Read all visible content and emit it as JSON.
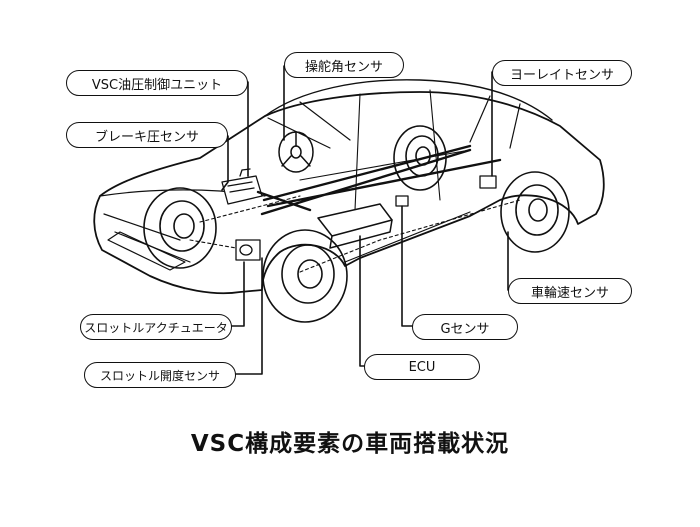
{
  "labels": {
    "vsc_unit": "VSC油圧制御ユニット",
    "steering_sensor": "操舵角センサ",
    "yaw_sensor": "ヨーレイトセンサ",
    "brake_sensor": "ブレーキ圧センサ",
    "wheel_speed_sensor": "車輪速センサ",
    "throttle_actuator": "スロットルアクチュエータ",
    "g_sensor": "Gセンサ",
    "throttle_position_sensor": "スロットル開度センサ",
    "ecu": "ECU"
  },
  "caption": "VSC構成要素の車両搭載状況"
}
